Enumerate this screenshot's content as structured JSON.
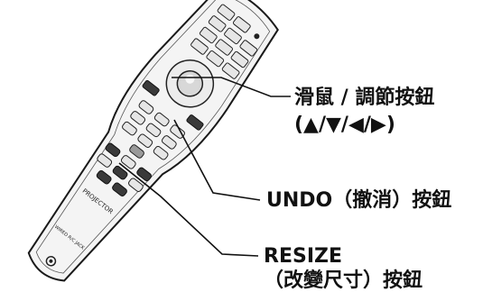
{
  "callouts": {
    "mouse_adjust": {
      "line1": "滑鼠 / 調節按鈕",
      "line2": "(▲/▼/◀/▶)"
    },
    "undo": {
      "label": "UNDO（撤消）按鈕"
    },
    "resize": {
      "line1": "RESIZE",
      "line2": "（改變尺寸）按鈕"
    }
  },
  "remote_text": {
    "projector": "PROJECTOR",
    "jack": "WIRED R/C JACK"
  },
  "colors": {
    "outline": "#1a1a1a",
    "body_fill": "#f4f4f4",
    "button_fill": "#e6e6e6",
    "dark_button": "#3a3a3a"
  }
}
